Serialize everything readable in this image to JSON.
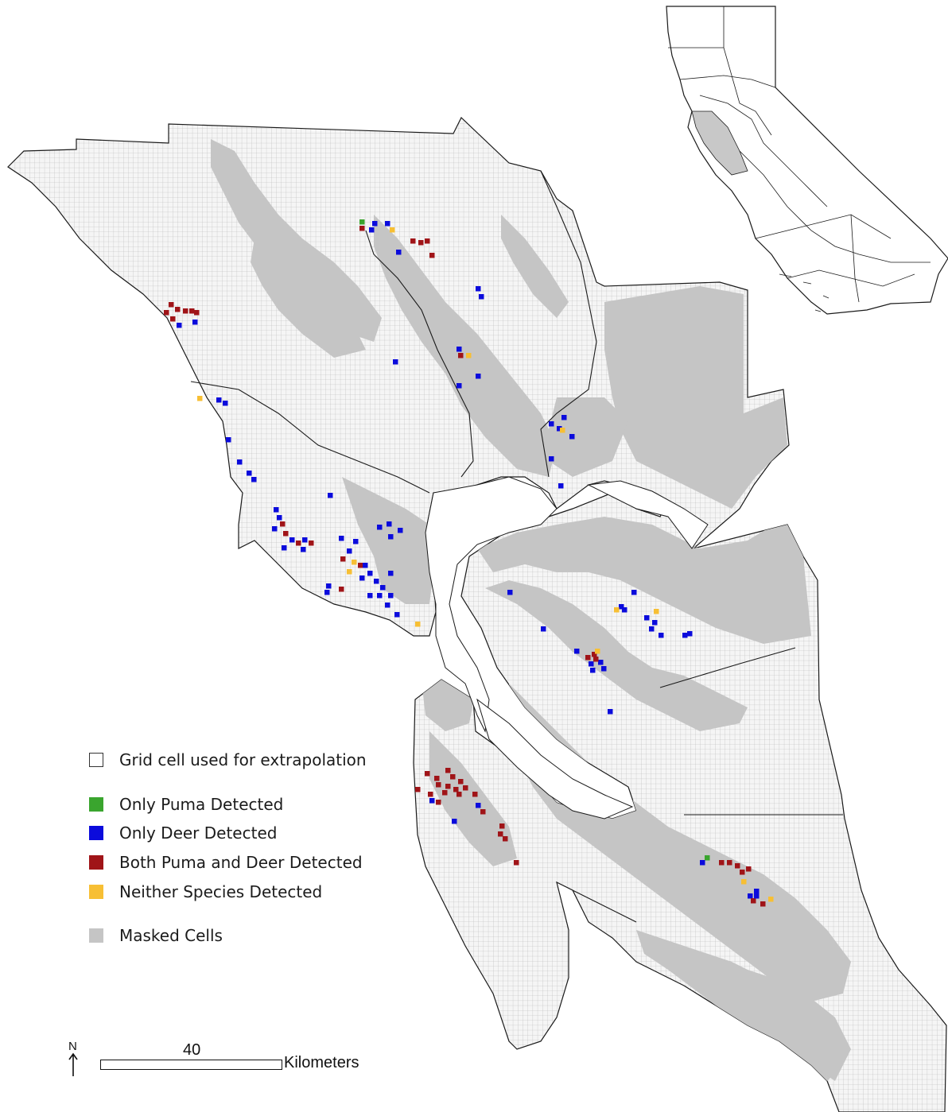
{
  "legend": {
    "items": [
      {
        "key": "grid",
        "label": "Grid cell used for extrapolation",
        "color": "#ffffff",
        "border": "#333333"
      },
      {
        "key": "puma",
        "label": "Only Puma Detected",
        "color": "#3aa52e"
      },
      {
        "key": "deer",
        "label": "Only Deer Detected",
        "color": "#0b0bdc"
      },
      {
        "key": "both",
        "label": "Both Puma and Deer Detected",
        "color": "#a01418"
      },
      {
        "key": "neither",
        "label": "Neither Species Detected",
        "color": "#f7bf34"
      },
      {
        "key": "masked",
        "label": "Masked Cells",
        "color": "#c5c5c5"
      }
    ]
  },
  "scale_bar": {
    "value": "40",
    "unit": "Kilometers"
  },
  "north_arrow": {
    "label": "N"
  },
  "colors": {
    "land": "#f4f4f4",
    "grid_line": "#b8b8b8",
    "county_border": "#1a1a1a",
    "masked": "#c5c5c5",
    "inset_highlight": "#c8c8c8"
  },
  "inset": {
    "description_icon": "california-locator-icon"
  },
  "detections": {
    "deer_count_shown": "many",
    "layers": [
      "puma",
      "deer",
      "both",
      "neither"
    ]
  }
}
